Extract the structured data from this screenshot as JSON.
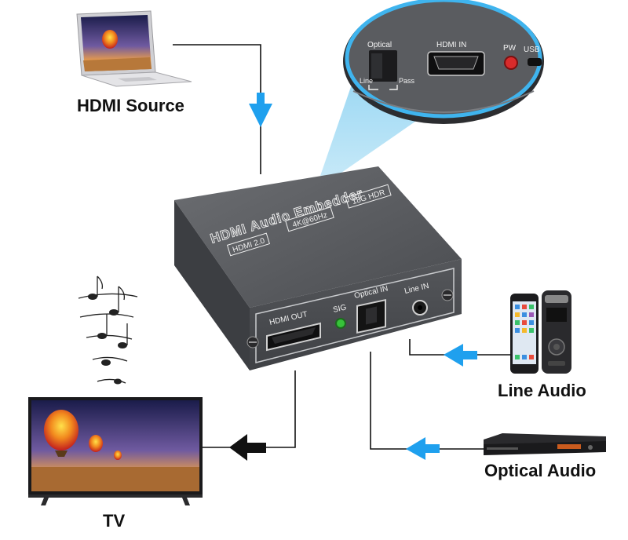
{
  "labels": {
    "hdmi_source": "HDMI Source",
    "line_audio": "Line Audio",
    "optical_audio": "Optical Audio",
    "tv": "TV"
  },
  "device": {
    "title": "HDMI Audio Embedder",
    "badge_hdmi": "HDMI 2.0",
    "badge_4k": "4K@60Hz",
    "badge_hdr": "18G HDR",
    "port_hdmi_out": "HDMI OUT",
    "led_sig": "SIG",
    "port_optical_in": "Optical IN",
    "port_line_in": "Line IN"
  },
  "zoom": {
    "switch_label": "Optical",
    "switch_line": "Line",
    "switch_pass": "Pass",
    "port_hdmi_in": "HDMI IN",
    "led_pw": "PW",
    "port_usb": "USB"
  },
  "colors": {
    "device_body": "#5b5d60",
    "arrow_blue": "#1fa0ee",
    "arrow_black": "#111111",
    "led_green": "#37c23a",
    "led_red": "#d92b2b"
  }
}
